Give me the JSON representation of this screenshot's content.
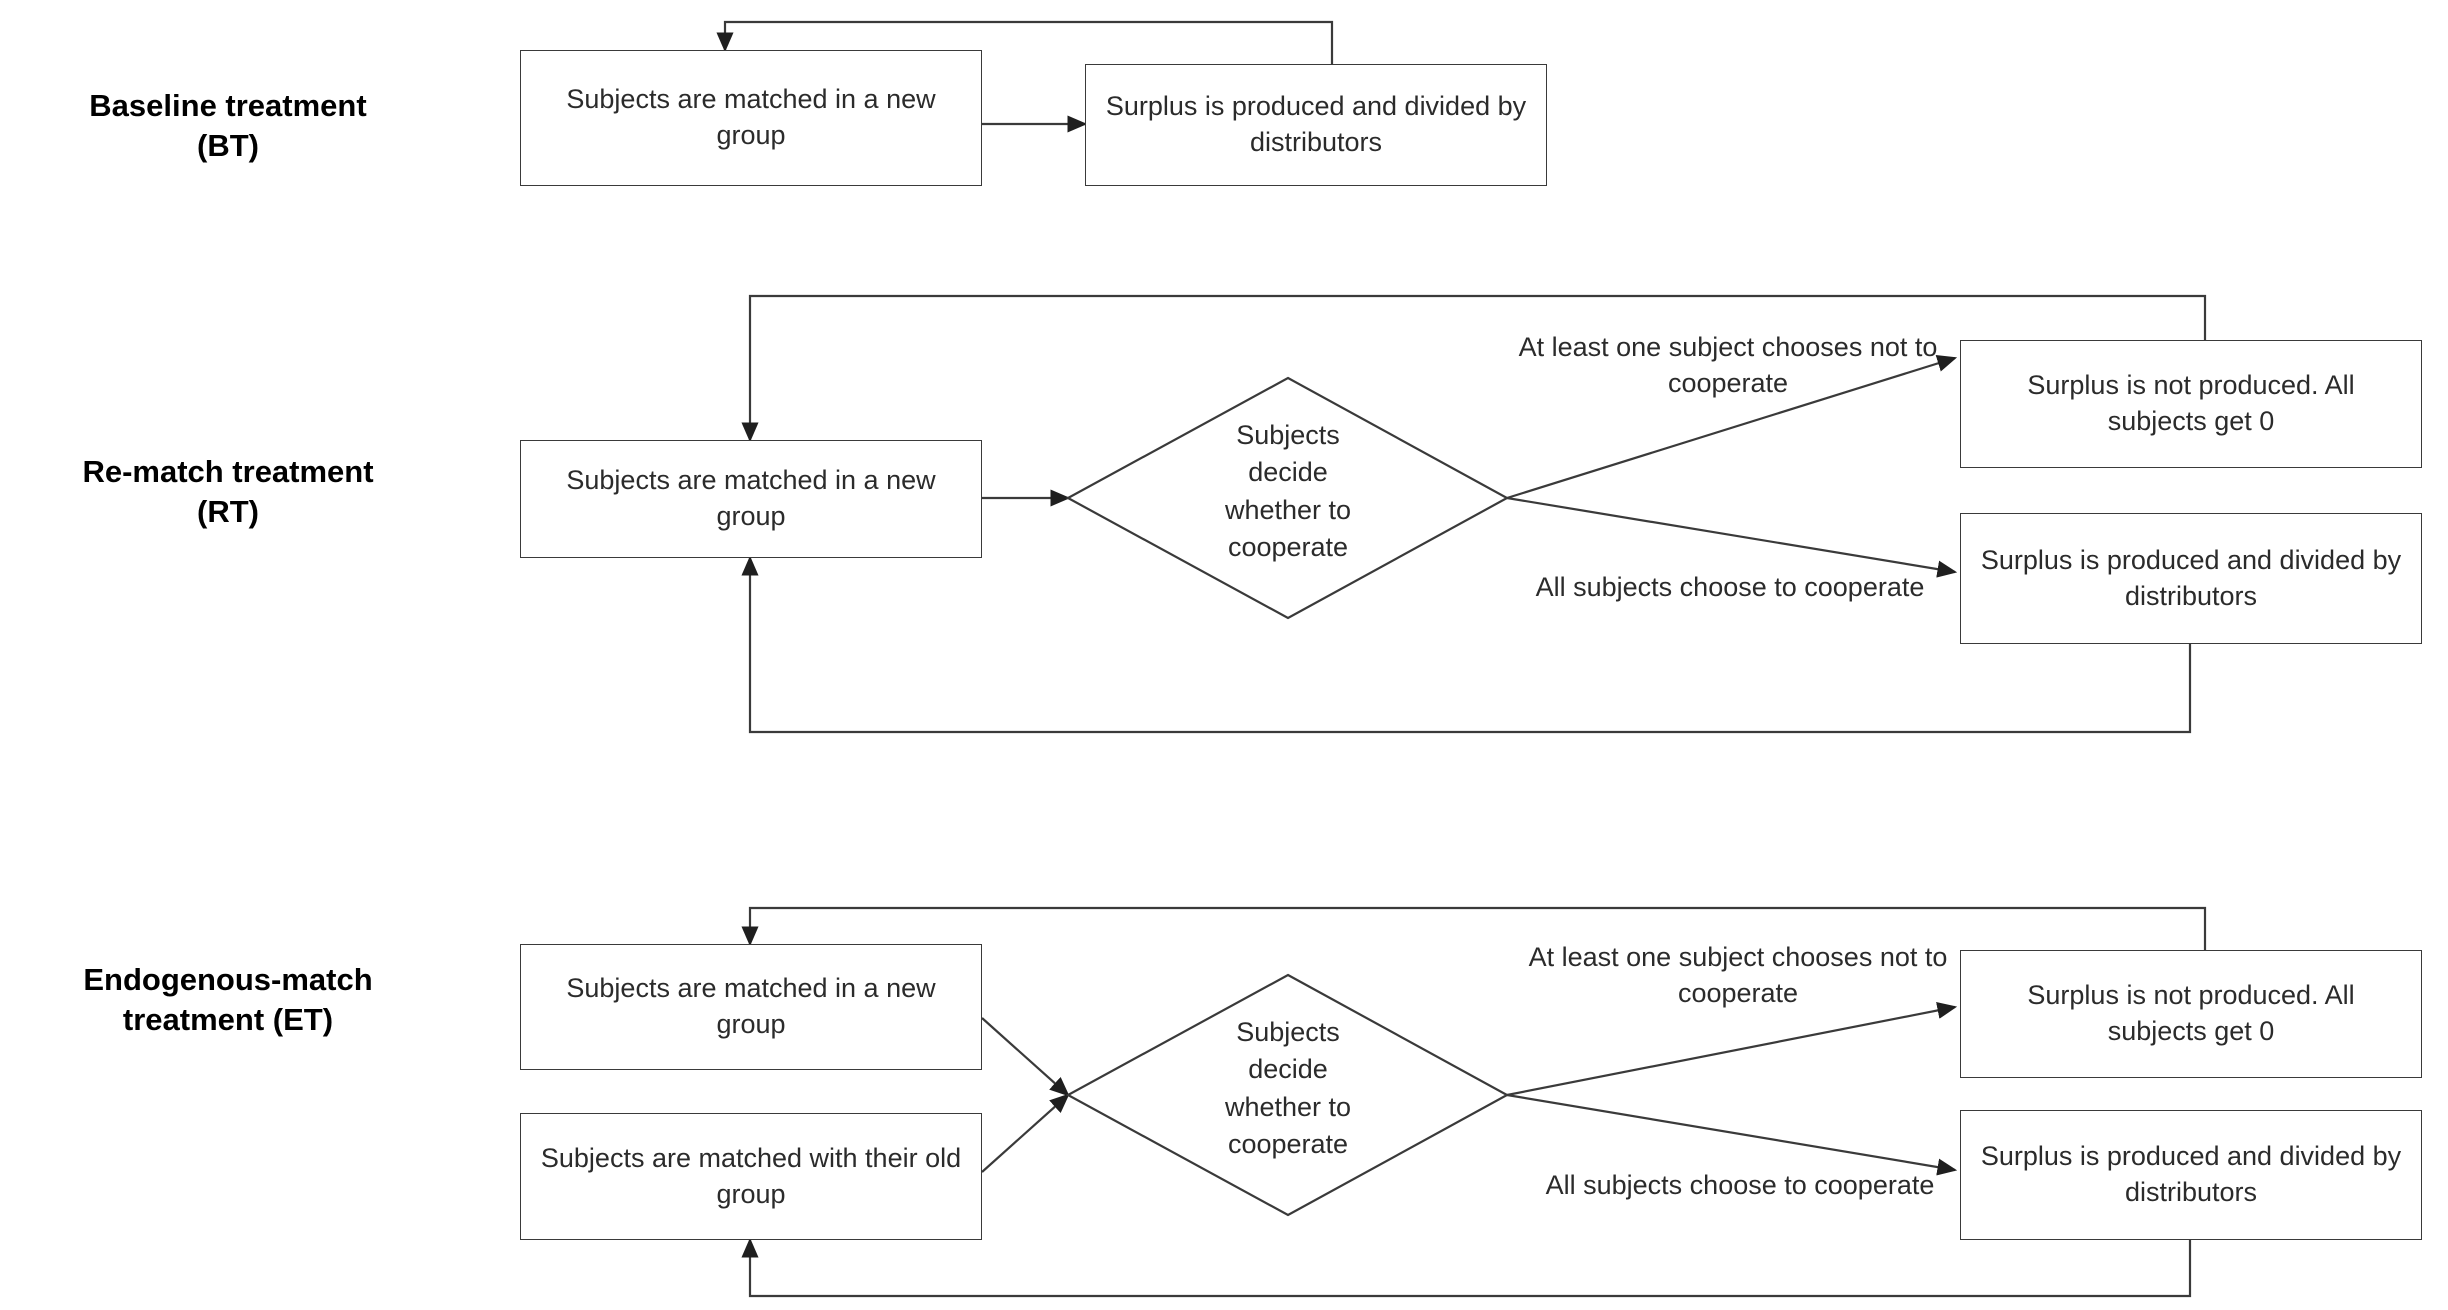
{
  "diagram": {
    "title_text": "",
    "line_color": "#3a3a3a",
    "text_color": "#2b2b2b",
    "background": "#ffffff"
  },
  "rows": [
    {
      "id": "bt",
      "label_line1": "Baseline treatment",
      "label_line2": "(BT)",
      "nodes": {
        "match_new": "Subjects are matched in a new group",
        "surplus_produced": "Surplus is produced and divided by distributors"
      }
    },
    {
      "id": "rt",
      "label_line1": "Re-match treatment",
      "label_line2": "(RT)",
      "nodes": {
        "match_new": "Subjects are matched in a new group",
        "decision": "Subjects decide whether to cooperate",
        "surplus_not_produced": "Surplus is not produced. All subjects get 0",
        "surplus_produced": "Surplus is produced and divided by distributors"
      },
      "edge_labels": {
        "defect": "At least one subject chooses not to cooperate",
        "cooperate": "All subjects choose to cooperate"
      }
    },
    {
      "id": "et",
      "label_line1": "Endogenous-match",
      "label_line2": "treatment (ET)",
      "nodes": {
        "match_new": "Subjects are matched in a new group",
        "match_old": "Subjects are matched with their old group",
        "decision": "Subjects decide whether to cooperate",
        "surplus_not_produced": "Surplus is not produced. All subjects get 0",
        "surplus_produced": "Surplus is produced and divided by distributors"
      },
      "edge_labels": {
        "defect": "At least one subject chooses not to cooperate",
        "cooperate": "All subjects choose to cooperate"
      }
    }
  ]
}
